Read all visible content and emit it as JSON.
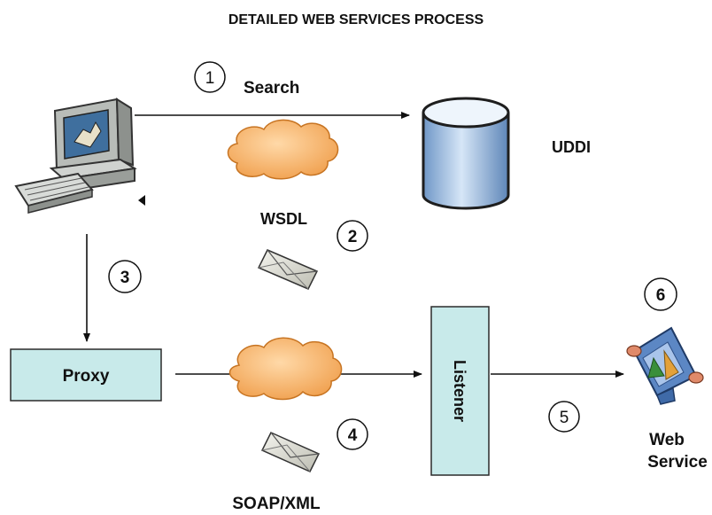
{
  "title": "DETAILED WEB SERVICES PROCESS",
  "labels": {
    "search": "Search",
    "uddi": "UDDI",
    "wsdl": "WSDL",
    "proxy": "Proxy",
    "listener": "Listener",
    "soap_xml": "SOAP/XML",
    "web": "Web",
    "service": "Service"
  },
  "steps": [
    "1",
    "2",
    "3",
    "4",
    "5",
    "6"
  ],
  "icons": [
    "computer-icon",
    "database-icon",
    "cloud-icon",
    "envelope-icon",
    "web-service-icon"
  ],
  "colors": {
    "box_fill": "#c8eaea",
    "box_stroke": "#2b2b2b",
    "cloud_fill": "#f3ab5e",
    "cloud_stroke": "#c77422",
    "db_top": "#eaf2fb",
    "db_body": "#8fb4dc",
    "db_stroke": "#1e1e1e",
    "arrow": "#111111"
  }
}
